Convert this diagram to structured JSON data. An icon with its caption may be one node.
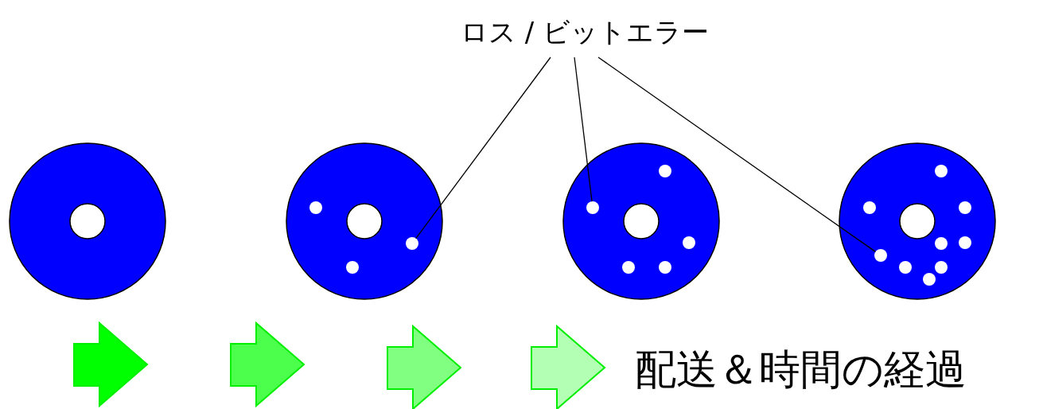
{
  "diagram": {
    "nodes": [
      {
        "text": [
          "ロス / ビットエラー"
        ]
      },
      {
        "text": [],
        "shape": "circle"
      },
      {
        "text": [],
        "shape": "circle"
      },
      {
        "text": [],
        "shape": "circle"
      },
      {
        "text": [],
        "shape": "circle"
      },
      {
        "text": [],
        "shape": "circle",
        "in": 2
      },
      {
        "text": [],
        "shape": "circle",
        "in": 3
      },
      {
        "text": [],
        "shape": "circle",
        "in": 4
      }
    ],
    "edges": [
      {
        "from": 0,
        "to": 5,
        "arrow": "none"
      },
      {
        "from": 0,
        "to": 6,
        "arrow": "none"
      },
      {
        "from": 0,
        "to": 7,
        "arrow": "none"
      }
    ],
    "labels": [
      "配送＆時間の経過"
    ]
  }
}
